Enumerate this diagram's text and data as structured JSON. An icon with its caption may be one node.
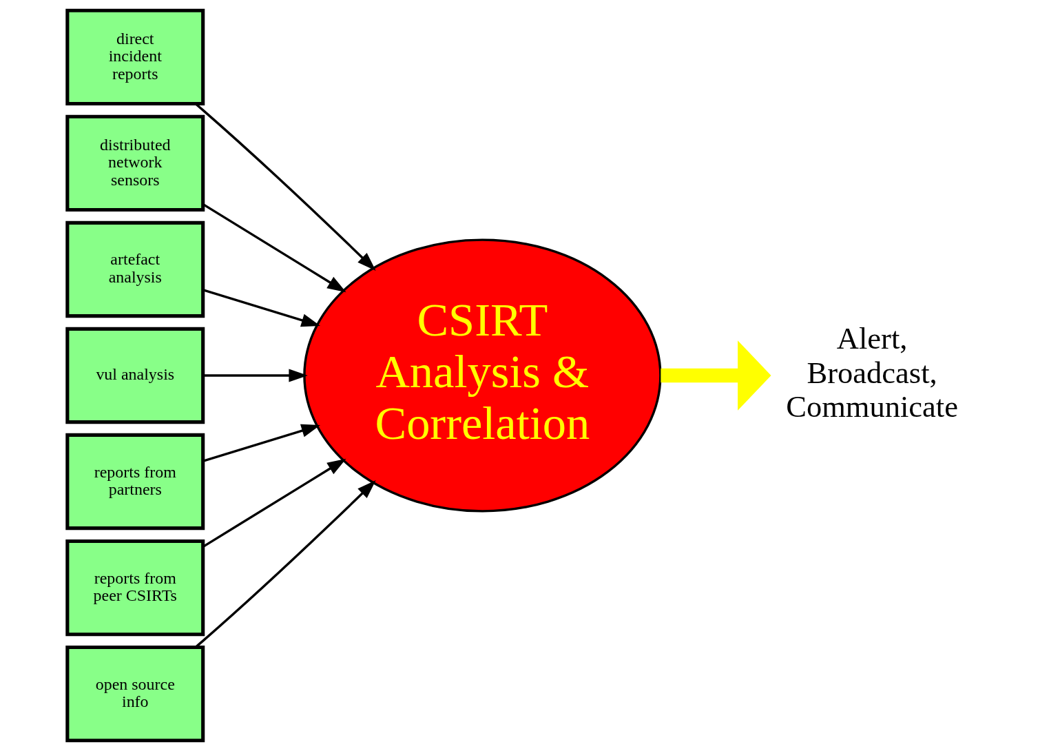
{
  "diagram": {
    "nodes": [
      {
        "text": [
          "direct incident reports"
        ]
      },
      {
        "text": [
          "distributed network sensors"
        ]
      },
      {
        "text": [
          "artefact analysis"
        ]
      },
      {
        "text": [
          "vul analysis"
        ]
      },
      {
        "text": [
          "reports from partners"
        ]
      },
      {
        "text": [
          "reports from peer CSIRTs"
        ]
      },
      {
        "text": [
          "open source info"
        ]
      },
      {
        "text": [
          "CSIRT Analysis & Correlation"
        ]
      },
      {
        "text": [
          "Alert, Broadcast, Communicate"
        ]
      }
    ],
    "edges": [
      {
        "from": 0,
        "to": 7,
        "arrow": "to"
      },
      {
        "from": 1,
        "to": 7,
        "arrow": "to"
      },
      {
        "from": 2,
        "to": 7,
        "arrow": "to"
      },
      {
        "from": 3,
        "to": 7,
        "arrow": "to"
      },
      {
        "from": 4,
        "to": 7,
        "arrow": "to"
      },
      {
        "from": 5,
        "to": 7,
        "arrow": "to"
      },
      {
        "from": 6,
        "to": 7,
        "arrow": "to"
      },
      {
        "from": 7,
        "to": 8,
        "arrow": "to",
        "style": "thick",
        "color": "#ffff00"
      }
    ]
  }
}
